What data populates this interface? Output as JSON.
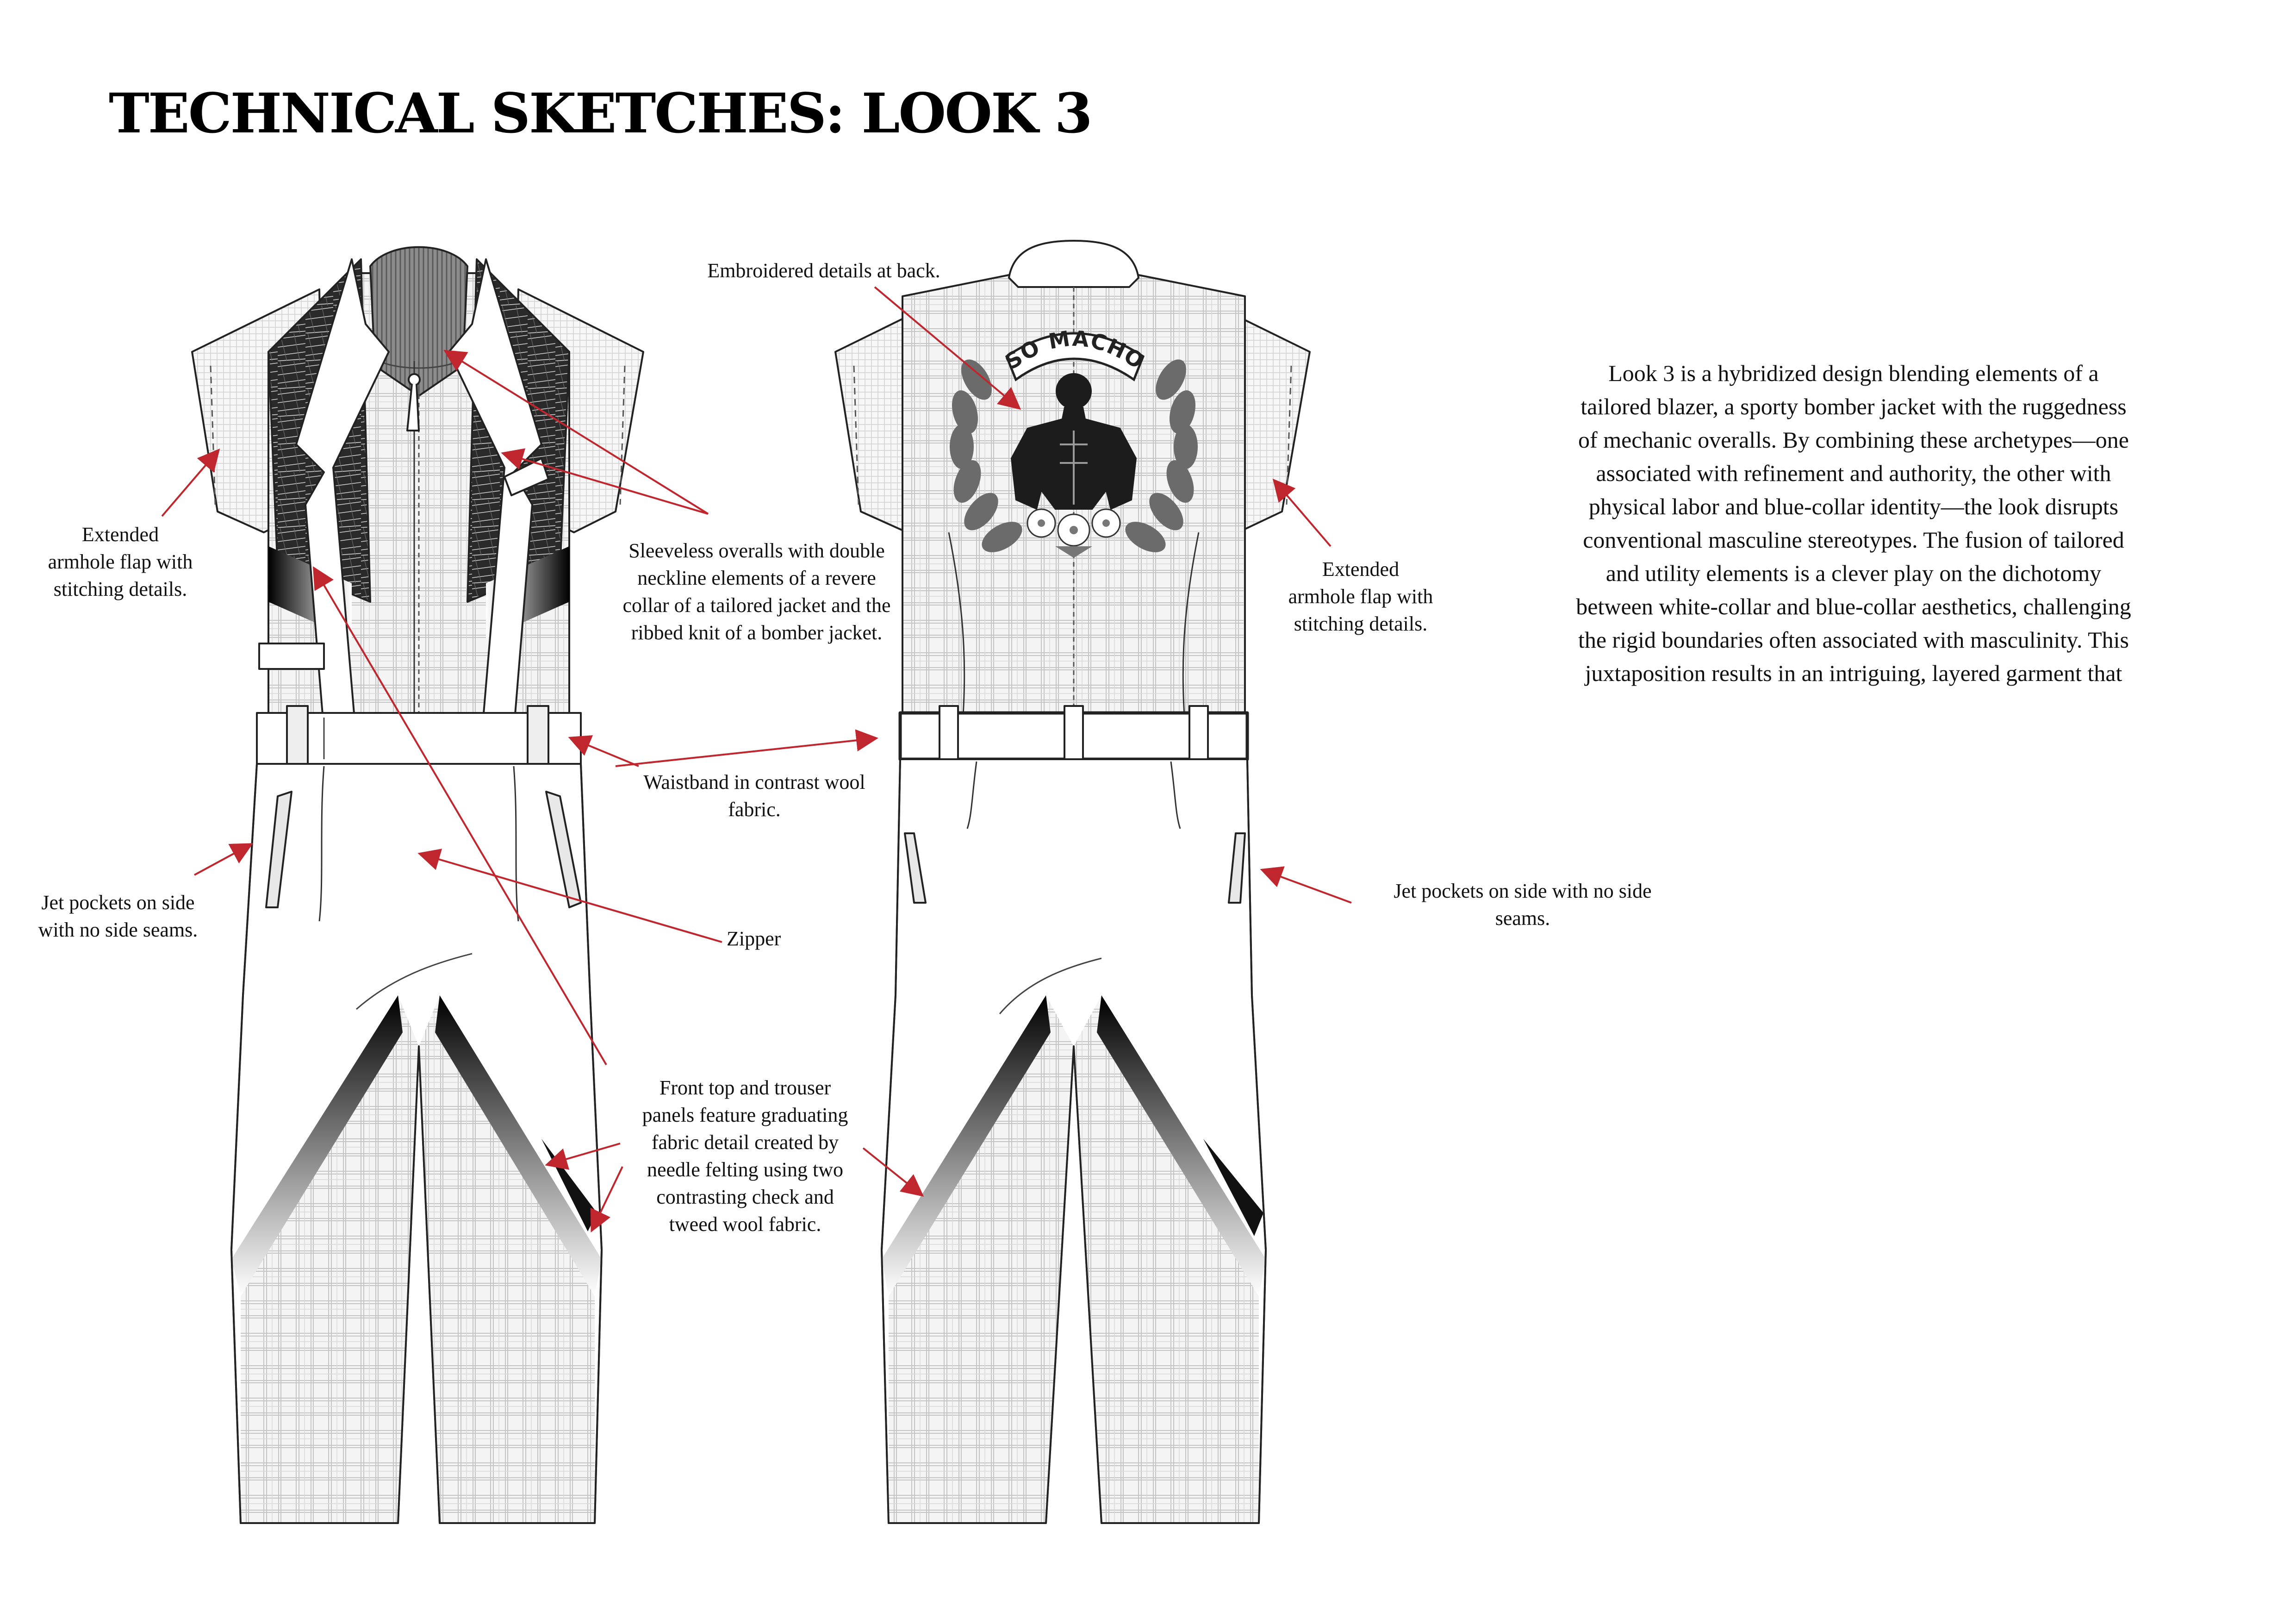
{
  "page": {
    "title": "TECHNICAL SKETCHES: LOOK 3"
  },
  "annotations": {
    "front_armhole": "Extended\narmhole flap with\nstitching details.",
    "front_pockets": "Jet pockets on side\nwith no side seams.",
    "neckline": "Sleeveless overalls with double\nneckline elements of a revere\ncollar of a tailored jacket and the\nribbed knit of a bomber jacket.",
    "waistband": "Waistband in contrast wool\nfabric.",
    "zipper": "Zipper",
    "panels": "Front top and trouser\npanels feature graduating\nfabric detail created by\nneedle felting using two\ncontrasting check and\ntweed wool fabric.",
    "embroidery": "Embroidered details at back.",
    "back_armhole": "Extended\narmhole flap with\nstitching details.",
    "back_pockets": "Jet pockets on side with no side\nseams."
  },
  "description": "Look 3 is a hybridized design blending elements of a\ntailored blazer, a sporty bomber jacket with the ruggedness\nof mechanic overalls. By combining these archetypes—one\nassociated with refinement and authority, the other with\nphysical labor and blue-collar identity—the look disrupts\nconventional masculine stereotypes. The fusion of tailored\nand utility elements is a clever play on the dichotomy\nbetween white-collar and blue-collar aesthetics, challenging\nthe rigid boundaries often associated with masculinity. This\njuxtaposition results in an intriguing, layered garment that",
  "embroidery_logo": {
    "text": "SO MACHO"
  },
  "colors": {
    "arrow": "#c0262d",
    "outline": "#222222",
    "check": "#b9b9b9",
    "tweed": "#1a1a1a"
  }
}
